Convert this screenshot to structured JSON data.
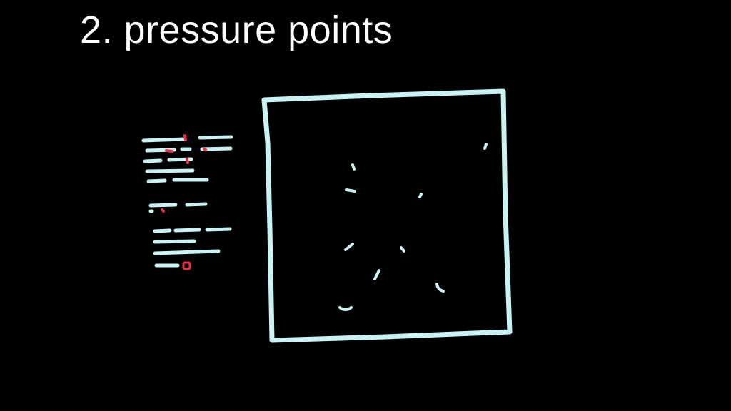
{
  "slide": {
    "title": "2. pressure points"
  },
  "colors": {
    "background": "#000000",
    "title_text": "#ffffff",
    "sketch_stroke": "#c8f2f4",
    "highlight_dots": "#e8334a"
  },
  "sketch": {
    "text_lines_icon": "hand-drawn text lines",
    "frame_icon": "hand-drawn square frame",
    "pressure_marks_icon": "hand-drawn tick marks"
  }
}
